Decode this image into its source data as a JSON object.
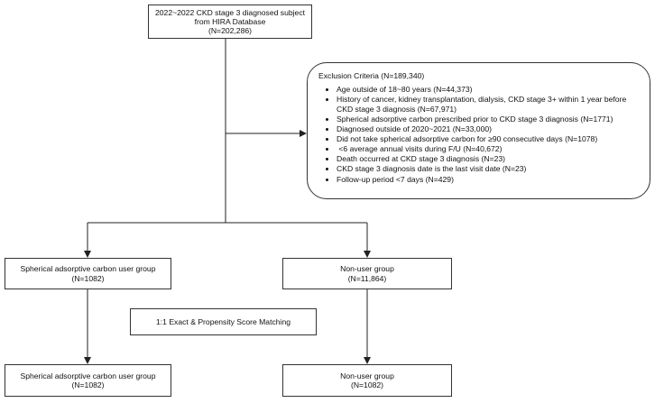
{
  "top_box": {
    "line1": "2022~2022 CKD stage 3 diagnosed subject",
    "line2": "from HIRA Database",
    "line3": "(N=202,286)"
  },
  "exclusion": {
    "title": "Exclusion Criteria (N=189,340)",
    "items": [
      "Age outside of 18~80 years (N=44,373)",
      "History of cancer, kidney transplantation, dialysis, CKD stage 3+ within 1 year before CKD stage 3 diagnosis (N=67,971)",
      "Spherical adsorptive carbon prescribed prior to CKD stage 3 diagnosis (N=1771)",
      "Diagnosed outside of 2020~2021 (N=33,000)",
      "Did not take spherical adsorptive  carbon for ≥90 consecutive days (N=1078)",
      " <6 average annual visits during F/U (N=40,672)",
      "Death occurred at CKD stage 3 diagnosis (N=23)",
      "CKD stage 3 diagnosis date is the last visit date (N=23)",
      "Follow-up period <7 days (N=429)"
    ]
  },
  "user_group_before": {
    "label": "Spherical adsorptive carbon user group",
    "n": "(N=1082)"
  },
  "nonuser_group_before": {
    "label": "Non-user group",
    "n": "(N=11,864)"
  },
  "matching": {
    "label": "1:1 Exact & Propensity Score Matching"
  },
  "user_group_after": {
    "label": "Spherical adsorptive carbon user group",
    "n": "(N=1082)"
  },
  "nonuser_group_after": {
    "label": "Non-user group",
    "n": "(N=1082)"
  },
  "colors": {
    "line": "#222222",
    "border": "#333333",
    "text": "#111111"
  }
}
